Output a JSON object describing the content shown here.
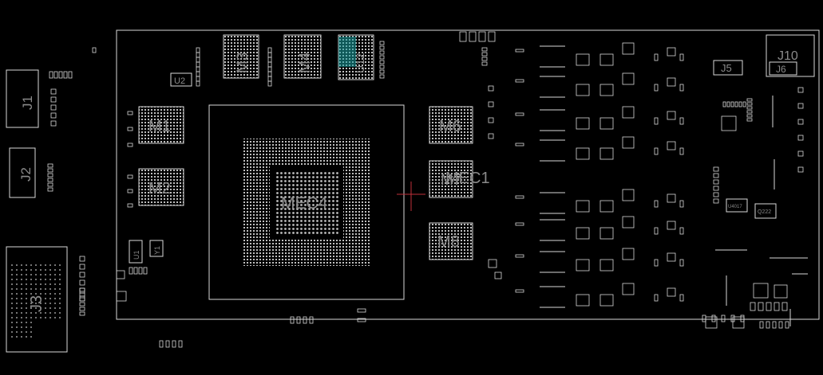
{
  "canvas": {
    "background": "#000000",
    "line_color": "#d8d8d8",
    "label_color": "#8a8a8a",
    "highlight_color": "#1aa0a0",
    "cursor_color": "#c0303a"
  },
  "components": {
    "J1": "J1",
    "J2": "J2",
    "J3": "J3",
    "J5": "J5",
    "J6": "J6",
    "J10": "J10",
    "U2": "U2",
    "U1": "U1",
    "Y1": "Y1",
    "M1": "M1",
    "M2": "M2",
    "M3": "M3",
    "M4": "M4",
    "M6": "M6",
    "M7": "M7",
    "M8": "M8",
    "MEC4": "MEC4",
    "MEC1": "MEC1",
    "U12": "U12",
    "U4017": "U4017",
    "Q222": "Q222"
  }
}
